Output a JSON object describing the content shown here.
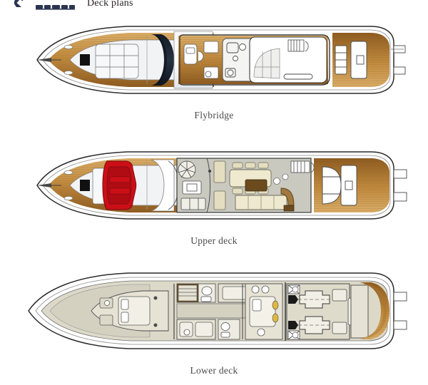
{
  "header": {
    "logo_name": "logo-mark",
    "title": "Deck plans",
    "logo_color": "#2b3450"
  },
  "palette": {
    "background": "#ffffff",
    "hull_outline": "#2b2b2b",
    "hull_white": "#ffffff",
    "hull_light_grey": "#e9ebee",
    "teak_light": "#d7a862",
    "teak_mid": "#c08a3e",
    "teak_dark": "#8c5a20",
    "teak_plank_line": "#a06f2c",
    "windscreen_dark": "#1e2733",
    "tender_red": "#cc0f17",
    "tender_red_dark": "#8f0a10",
    "floor_grey": "#c9c9c0",
    "floor_grey_light": "#d7d7ce",
    "upholstery_cream": "#efe9cf",
    "upholstery_cream2": "#e4ddbf",
    "wood_table": "#6b4a1e",
    "cabin_beige": "#dcd9c9",
    "caption_text": "#4a4a4a",
    "line_grey": "#6f6f6f",
    "line_thin": "#8b8b8b"
  },
  "decks": [
    {
      "id": "flybridge",
      "caption": "Flybridge",
      "features": [
        "bow teak walkaround",
        "foredeck sunpad",
        "dark windscreen band",
        "flybridge helm station",
        "flybridge settee",
        "aft sun lounge",
        "radar arch"
      ]
    },
    {
      "id": "upper",
      "caption": "Upper deck",
      "features": [
        "red tender on foredeck",
        "anchor locker hatch",
        "spiral staircase",
        "dining table with six chairs",
        "galley",
        "main salon sofas",
        "coffee table",
        "aft cockpit teak",
        "aft settee",
        "swim platform"
      ]
    },
    {
      "id": "lower",
      "caption": "Lower deck",
      "features": [
        "forward VIP cabin",
        "guest cabin berths",
        "en-suite heads with basins",
        "companionway",
        "crew quarters",
        "twin engine room",
        "lazarette",
        "aft teak swim platform"
      ]
    }
  ]
}
